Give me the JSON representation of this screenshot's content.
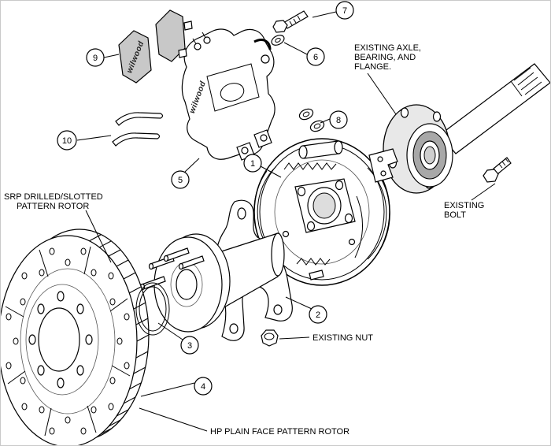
{
  "colors": {
    "ink": "#000000",
    "shade": "#c8c8c8",
    "bg": "#ffffff"
  },
  "brand": {
    "caliper_logo": "wilwood",
    "pad_logo": "wilwood"
  },
  "labels": {
    "axle": {
      "line1": "EXISTING AXLE,",
      "line2": "BEARING, AND",
      "line3": "FLANGE."
    },
    "existing_bolt": {
      "line1": "EXISTING",
      "line2": "BOLT"
    },
    "existing_nut": "EXISTING NUT",
    "srp_rotor": {
      "line1": "SRP DRILLED/SLOTTED",
      "line2": "PATTERN ROTOR"
    },
    "hp_rotor": "HP PLAIN FACE PATTERN ROTOR"
  },
  "callouts": {
    "c1": "1",
    "c2": "2",
    "c3": "3",
    "c4": "4",
    "c5": "5",
    "c6": "6",
    "c7": "7",
    "c8": "8",
    "c9": "9",
    "c10": "10"
  }
}
